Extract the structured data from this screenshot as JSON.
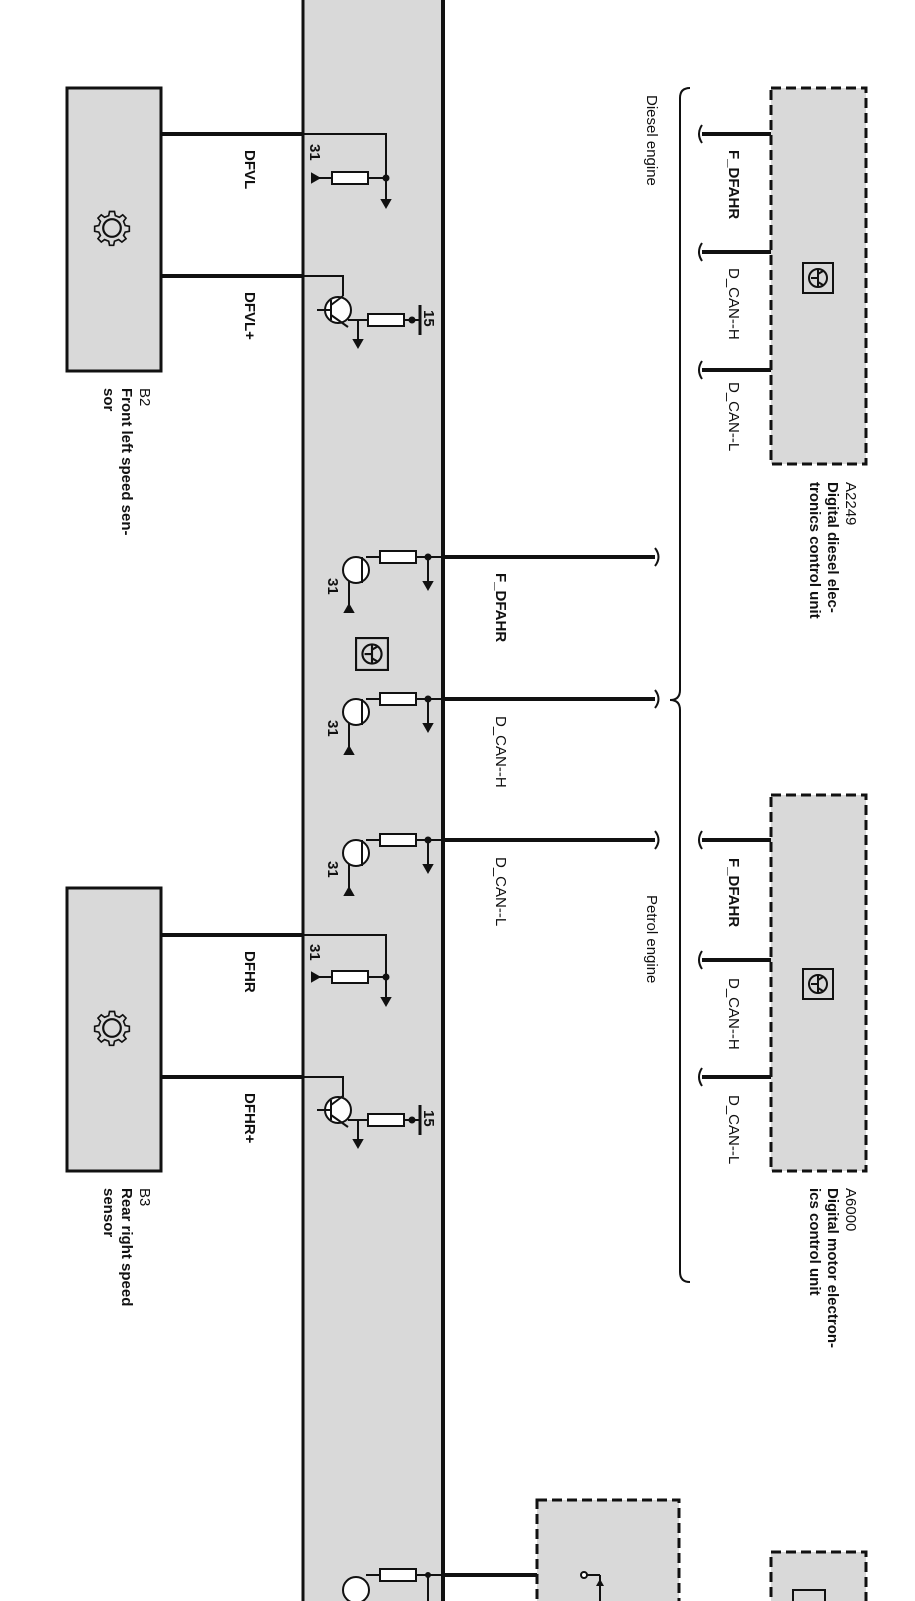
{
  "components": {
    "b2": {
      "code": "B2",
      "name": "Front left speed sen-",
      "name_cont": "sor"
    },
    "b3": {
      "code": "B3",
      "name": "Rear right speed",
      "name_cont": "sensor"
    },
    "a2249": {
      "code": "A2249",
      "name": "Digital diesel elec-",
      "name_cont": "tronics control unit"
    },
    "a6000": {
      "code": "A6000",
      "name": "Digital motor electron-",
      "name_cont": "ics control unit"
    }
  },
  "engines": {
    "diesel": "Diesel engine",
    "petrol": "Petrol engine"
  },
  "signals": {
    "dfvl": "DFVL",
    "dfvl_plus": "DFVL+",
    "dfhr": "DFHR",
    "dfhr_plus": "DFHR+",
    "f_dfahr": "F_DFAHR",
    "d_can_h": "D_CAN--H",
    "d_can_l": "D_CAN--L"
  },
  "terminals": {
    "t31": "31",
    "t15": "15"
  },
  "colors": {
    "module_fill": "#d9d9d9",
    "line": "#111111",
    "background": "#ffffff"
  }
}
